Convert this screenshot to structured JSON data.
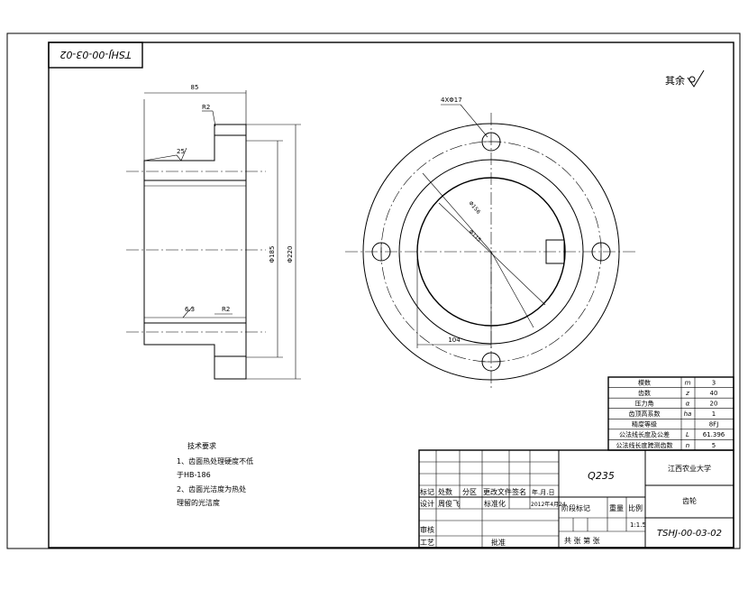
{
  "drawing_number": "TSHJ-00-03-02",
  "rotated_code": "TSHJ-00-03-02",
  "roughness_note": "其余",
  "dimensions": {
    "width_85": "85",
    "r2_top": "R2",
    "rough_25": "25",
    "rough_6_3": "6.3",
    "r2_bottom": "R2",
    "dia_185": "Φ185",
    "dia_220": "Φ220",
    "holes": "4XΦ17",
    "dia_156": "Φ156",
    "dia_115": "Φ115",
    "dim_104": "104"
  },
  "technical_requirements": {
    "heading": "技术要求",
    "items": [
      "1、齿面热处理硬度不低",
      "于HB-186",
      "2、齿面光洁度为热处",
      "理留的光洁度"
    ]
  },
  "parameter_table": {
    "rows": [
      {
        "name": "模数",
        "symbol": "m",
        "value": "3"
      },
      {
        "name": "齿数",
        "symbol": "z",
        "value": "40"
      },
      {
        "name": "压力角",
        "symbol": "α",
        "value": "20"
      },
      {
        "name": "齿顶高系数",
        "symbol": "ha",
        "value": "1"
      },
      {
        "name": "精度等级",
        "symbol": "",
        "value": "8FJ"
      },
      {
        "name": "公法线长度及公差",
        "symbol": "L",
        "value": "61.396"
      },
      {
        "name": "公法线长度跨测齿数",
        "symbol": "n",
        "value": "5"
      }
    ]
  },
  "title_block": {
    "material": "Q235",
    "school": "江西农业大学",
    "part_name": "齿轮",
    "drawing_no": "TSHJ-00-03-02",
    "row_mark": [
      "标记",
      "处数",
      "分区",
      "更改文件",
      "签名",
      "年.月.日"
    ],
    "row_design": [
      "设计",
      "周俊飞",
      "标准化",
      "2012年4月24"
    ],
    "stage_label": "阶段标记",
    "weight_label": "重量",
    "scale_label": "比例",
    "scale_value": "1:1.5",
    "review": "审核",
    "process": "工艺",
    "approve": "批准",
    "sheets": "共    张   第    张"
  }
}
